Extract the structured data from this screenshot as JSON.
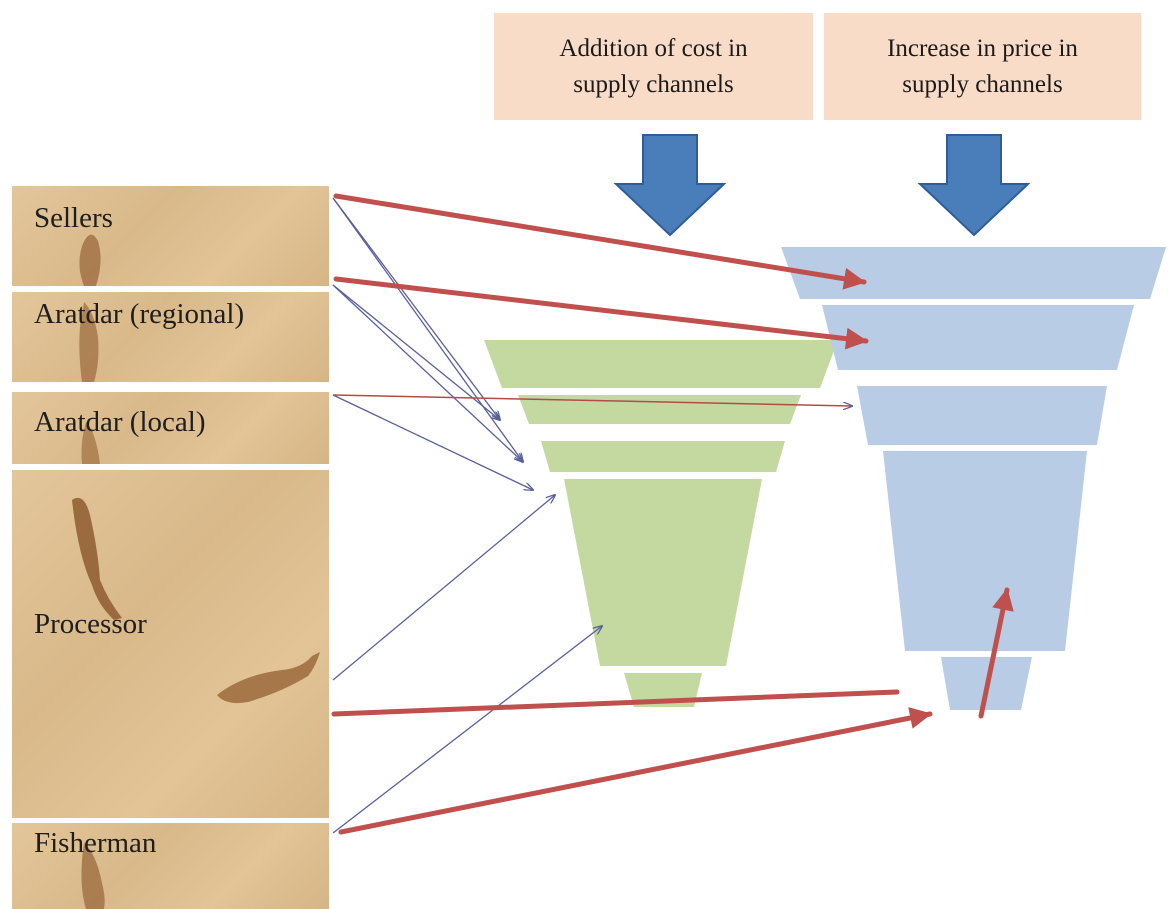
{
  "headers": {
    "cost": [
      "Addition of cost in",
      "supply channels"
    ],
    "price": [
      "Increase in price in",
      "supply channels"
    ]
  },
  "actors": {
    "sellers": "Sellers",
    "regional": "Aratdar (regional)",
    "local": "Aratdar (local)",
    "processor": "Processor",
    "fisherman": "Fisherman"
  },
  "colors": {
    "header_fill": "#f9dcc8",
    "cost_funnel": "#c3d9a0",
    "price_funnel": "#b8cce6",
    "down_arrow": "#4a7ebb",
    "thick_arrow": "#c0504d",
    "thin_arrow": "#5a5f9c",
    "panel_texture": "#ddbf91"
  },
  "icons": {
    "down_arrow": "arrow-down-icon",
    "fish": "fish-fossil-icon"
  }
}
